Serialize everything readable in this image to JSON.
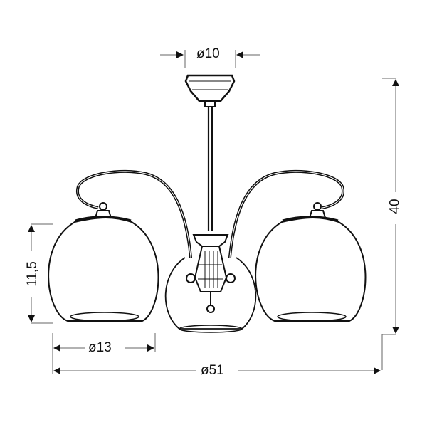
{
  "drawing": {
    "subject": "3-arm ceiling chandelier with glass globe shades",
    "line_color": "#111111",
    "dimension_color": "#555555"
  },
  "dimensions": {
    "canopy_diameter": "ø10",
    "shade_height": "11,5",
    "total_height": "40",
    "shade_diameter": "ø13",
    "total_diameter": "ø51"
  }
}
